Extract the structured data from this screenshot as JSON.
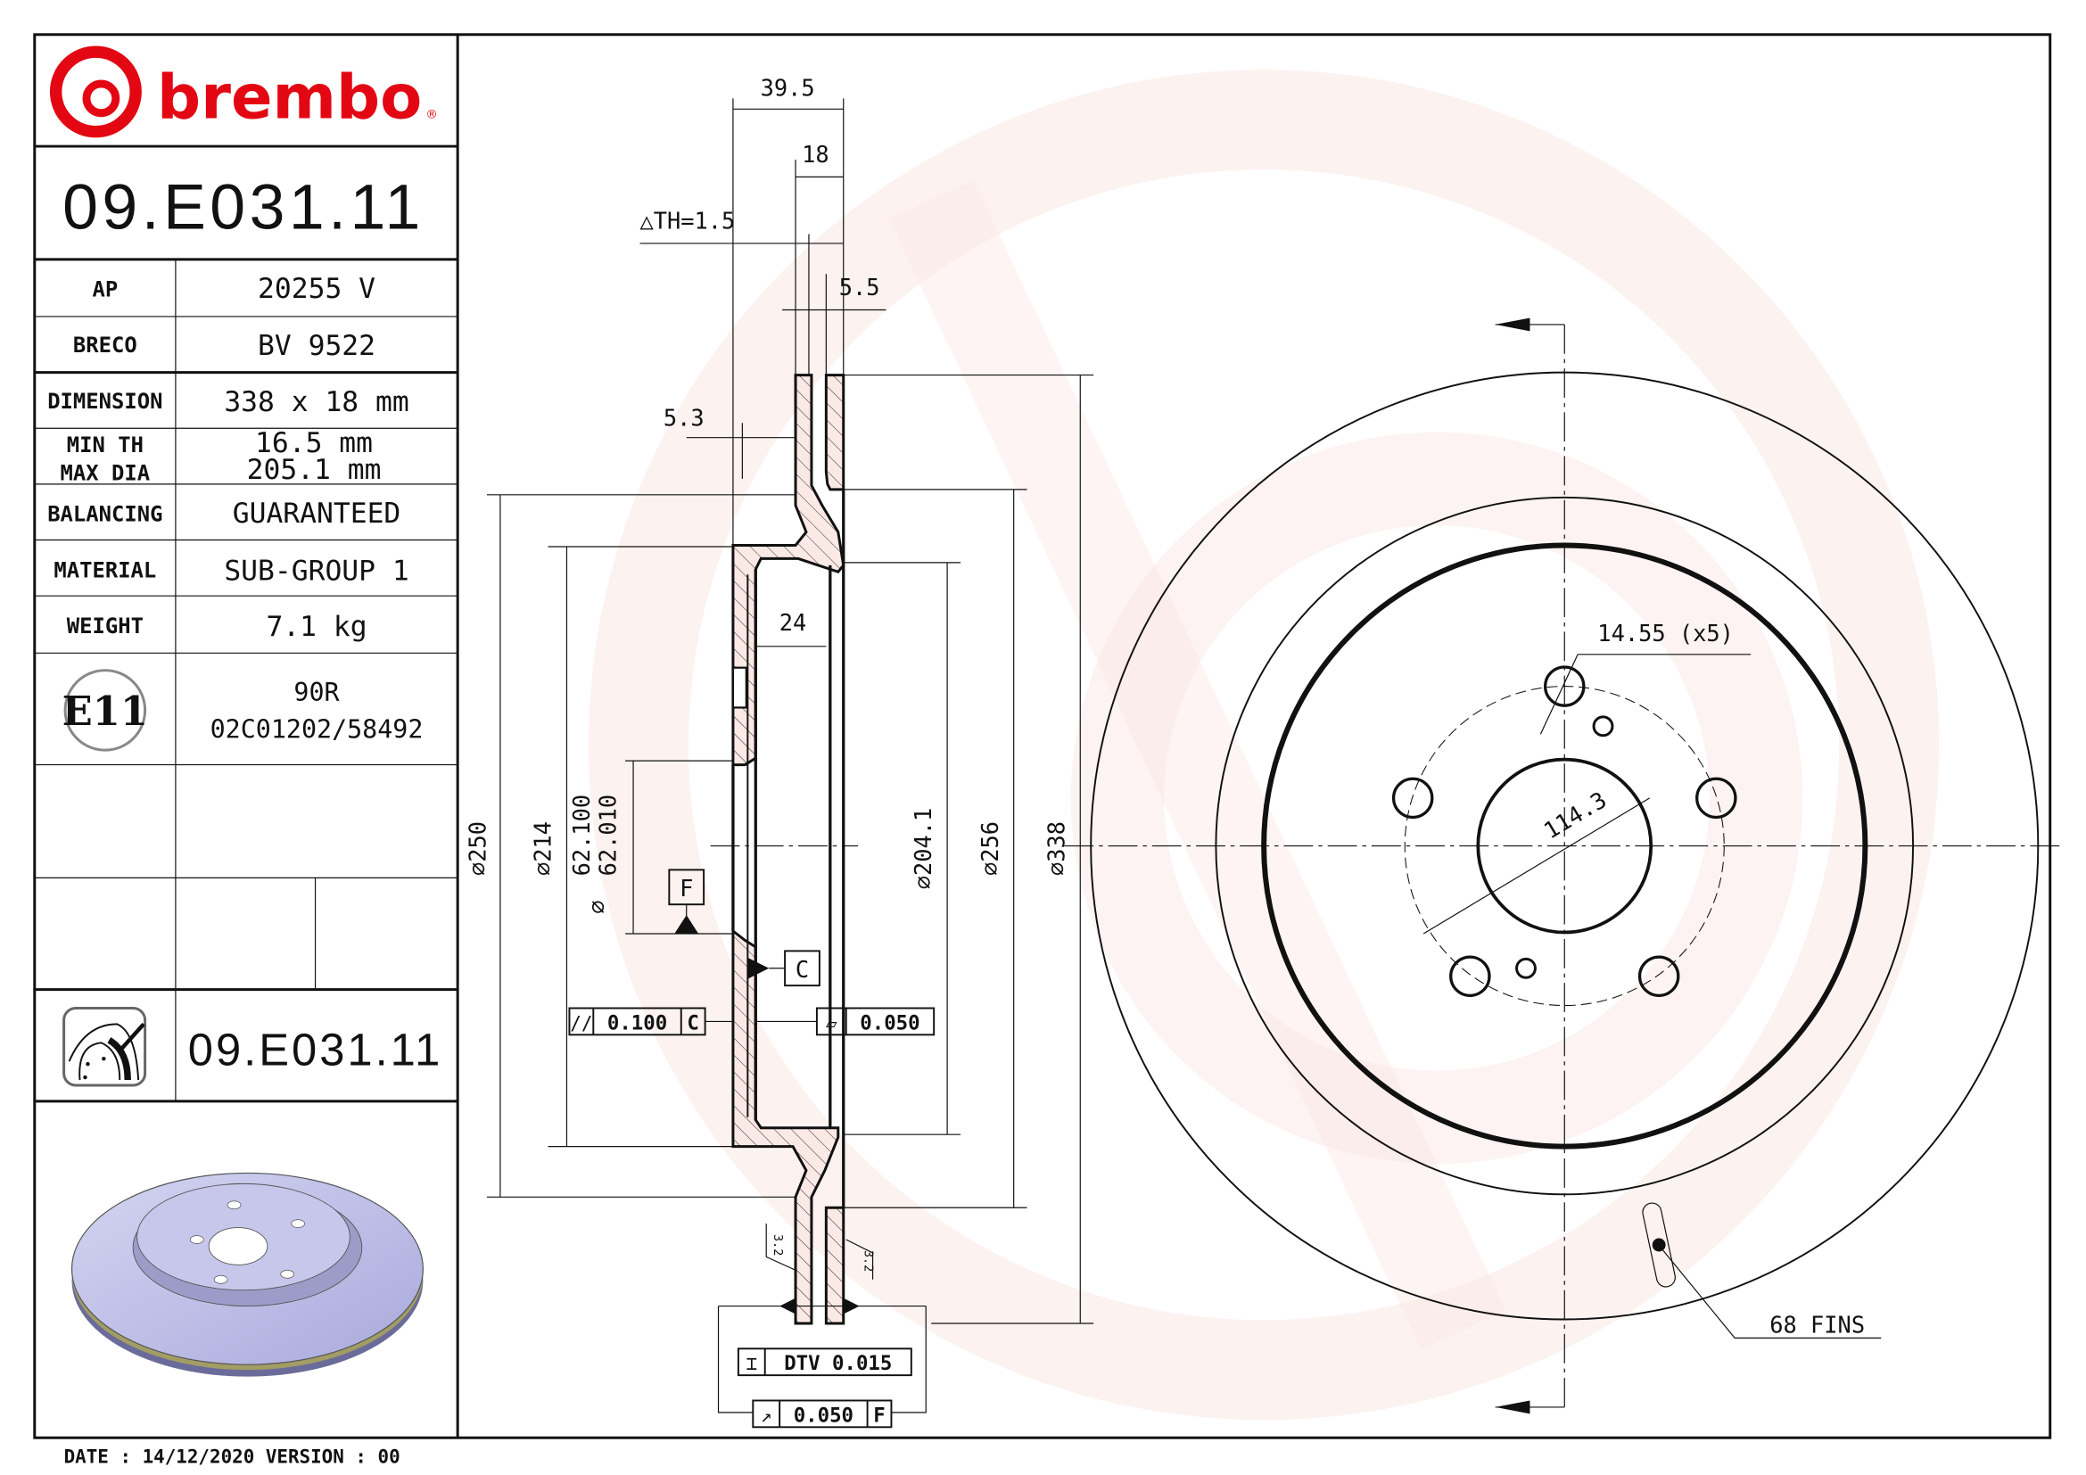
{
  "brand": {
    "name": "brembo",
    "registered": "®",
    "color": "#e30613"
  },
  "part_number": "09.E031.11",
  "specs": [
    {
      "label": "AP",
      "value": "20255 V"
    },
    {
      "label": "BRECO",
      "value": "BV 9522"
    },
    {
      "label": "DIMENSION",
      "value": "338 x 18 mm"
    },
    {
      "label_line1": "MIN TH",
      "label_line2": "MAX DIA",
      "value_line1": "16.5 mm",
      "value_line2": "205.1 mm"
    },
    {
      "label": "BALANCING",
      "value": "GUARANTEED"
    },
    {
      "label": "MATERIAL",
      "value": "SUB-GROUP 1"
    },
    {
      "label": "WEIGHT",
      "value": "7.1 kg"
    }
  ],
  "approval": {
    "mark": "E11",
    "line1": "90R",
    "line2": "02C01202/58492"
  },
  "footer_part_number": "09.E031.11",
  "footer": {
    "date_text": "DATE : 14/12/2020 VERSION : 00"
  },
  "section_view": {
    "dims": {
      "overall_width": "39.5",
      "thickness": "18",
      "delta_th": "△TH=1.5",
      "plate": "5.5",
      "hat_offset": "5.3",
      "hat_depth": "24",
      "d250": "⌀250",
      "d214": "⌀214",
      "bore_max": "62.100",
      "bore_min": "62.010",
      "bore_symbol": "⌀",
      "d204": "⌀204.1",
      "d256": "⌀256",
      "d338": "⌀338"
    },
    "datums": {
      "f": "F",
      "c": "C"
    },
    "tolerances": {
      "parallelism": {
        "symbol": "//",
        "value": "0.100",
        "datum": "C"
      },
      "flatness": {
        "symbol": "▱",
        "value": "0.050"
      },
      "dtv": {
        "symbol": "⌶",
        "value": "DTV 0.015"
      },
      "runout": {
        "symbol": "↗",
        "value": "0.050",
        "datum": "F"
      }
    },
    "roughness": [
      "3.2",
      "3.2"
    ]
  },
  "front_view": {
    "hole_dim": "14.55 (x5)",
    "pcd": "114.3",
    "fins": "68 FINS"
  }
}
